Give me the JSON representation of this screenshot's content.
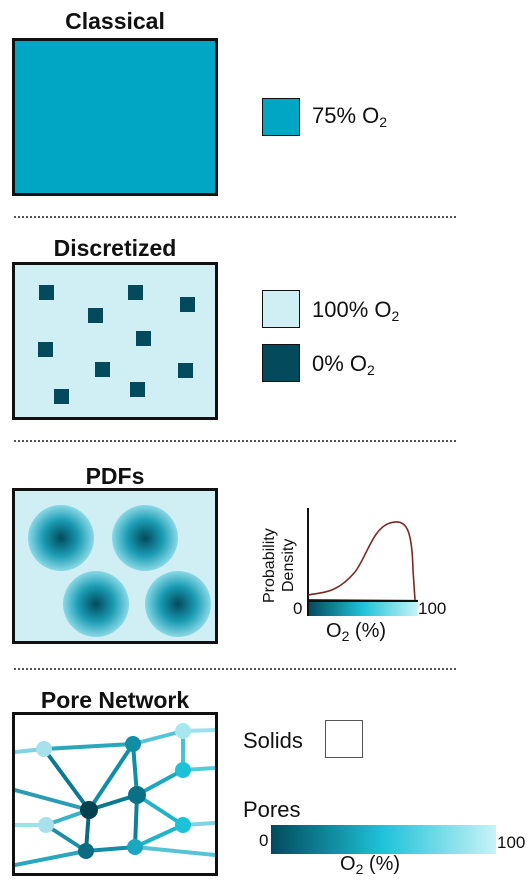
{
  "colors": {
    "classical": "#00a7c4",
    "light": "#cfeff4",
    "dark": "#024a5c",
    "curve": "#7a2a22",
    "gradient_start": "#024a5c",
    "gradient_mid": "#1fc3d9",
    "gradient_end": "#c8f3f8"
  },
  "sections": {
    "classical": {
      "title": "Classical",
      "legend": [
        {
          "text": "75% O",
          "sub": "2"
        }
      ]
    },
    "discretized": {
      "title": "Discretized",
      "legend": [
        {
          "text": "100% O",
          "sub": "2"
        },
        {
          "text": "0% O",
          "sub": "2"
        }
      ]
    },
    "pdfs": {
      "title": "PDFs",
      "ylabel_line1": "Probability",
      "ylabel_line2": "Density",
      "x_min": "0",
      "x_max": "100",
      "xlabel": "O",
      "xlabel_sub": "2",
      "xlabel_unit": " (%)"
    },
    "pore_network": {
      "title": "Pore Network",
      "solids_label": "Solids",
      "pores_label": "Pores",
      "scale_min": "0",
      "scale_max": "100",
      "xlabel": "O",
      "xlabel_sub": "2",
      "xlabel_unit": " (%)"
    }
  },
  "icons": [
    "solid-swatch-icon",
    "pore-node-icon",
    "pdf-blob-icon"
  ]
}
